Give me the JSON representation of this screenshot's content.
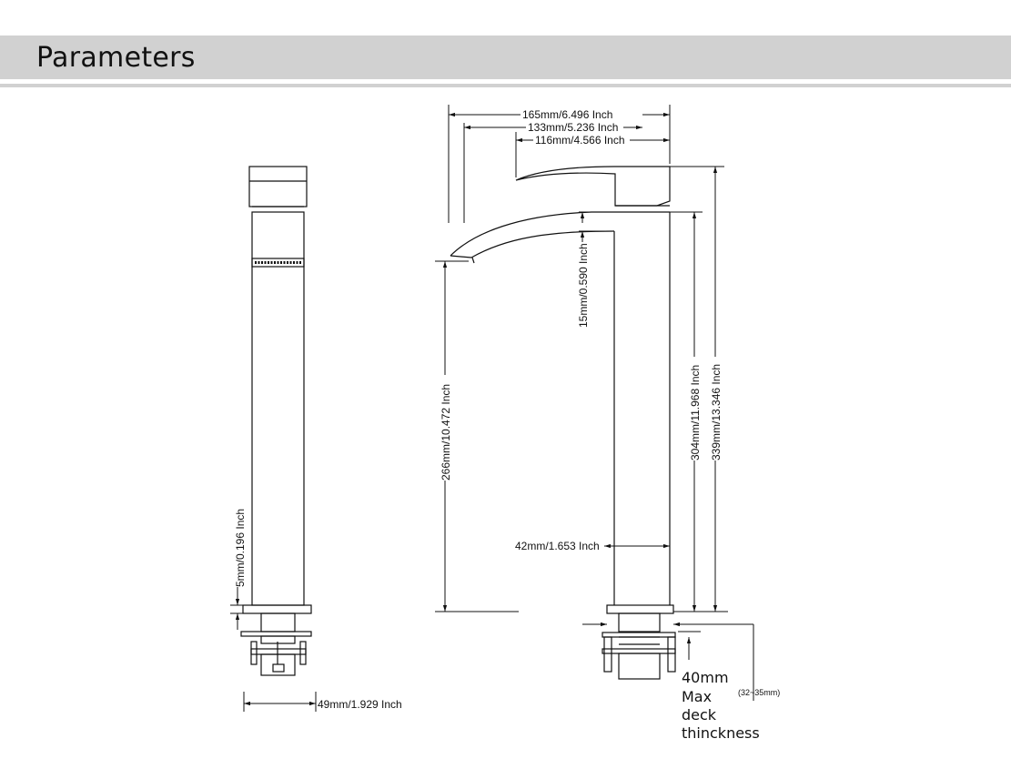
{
  "header": {
    "title": "Parameters"
  },
  "side_view": {
    "dim_thread": "5mm/0.196 Inch",
    "dim_base_width": "49mm/1.929 Inch"
  },
  "front_view": {
    "dim_165": "165mm/6.496 Inch",
    "dim_133": "133mm/5.236 Inch",
    "dim_116": "116mm/4.566 Inch",
    "dim_15": "15mm/0.590 Inch",
    "dim_266": "266mm/10.472 Inch",
    "dim_304": "304mm/11.968 Inch",
    "dim_339": "339mm/13.346 Inch",
    "dim_42": "42mm/1.653 Inch",
    "deck_line1": "40mm",
    "deck_line2": "Max",
    "deck_line3": "deck",
    "deck_line4": "thinckness",
    "deck_range": "(32~35mm)"
  }
}
